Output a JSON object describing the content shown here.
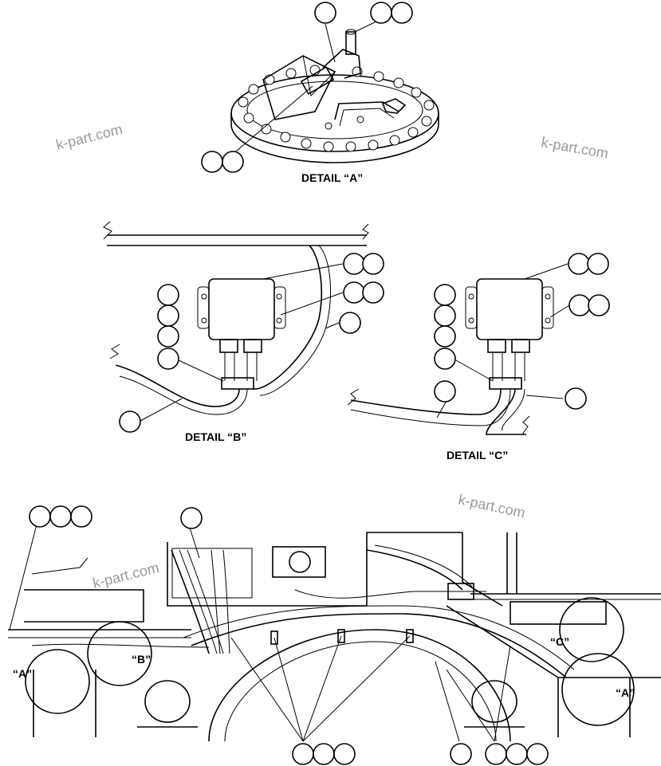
{
  "labels": {
    "detail_a": "DETAIL “A”",
    "detail_b": "DETAIL “B”",
    "detail_c": "DETAIL “C”",
    "callout_a_left": "“A”",
    "callout_b": "“B”",
    "callout_c": "“C”",
    "callout_a_right": "“A”"
  },
  "watermark": "k-part.com"
}
